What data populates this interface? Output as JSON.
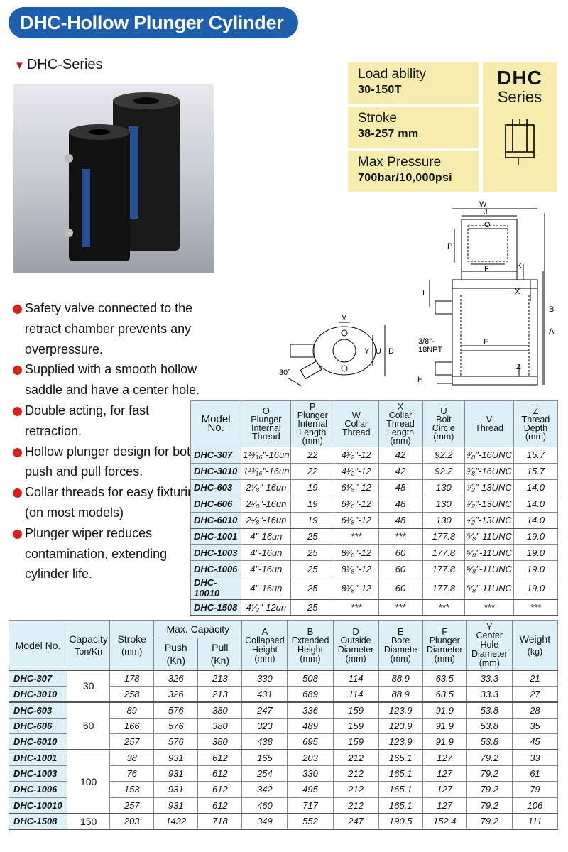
{
  "title": "DHC-Hollow Plunger Cylinder",
  "series_label": "DHC-Series",
  "series_marker": "▼",
  "specs": [
    {
      "label": "Load ability",
      "value": "30-150T"
    },
    {
      "label": "Stroke",
      "value": "38-257 mm"
    },
    {
      "label": "Max Pressure",
      "value": "700bar/10,000psi"
    }
  ],
  "dhc_box": {
    "big": "DHC",
    "small": "Series"
  },
  "features": [
    "Safety valve connected to the retract chamber prevents any overpressure.",
    "Supplied with a smooth hollow saddle and have a center hole.",
    "Double acting, for fast retraction.",
    "Hollow plunger design for both push and pull forces.",
    "Collar threads for easy fixturing (on most models)",
    "Plunger wiper reduces contamination, extending cylinder life."
  ],
  "drawing_labels": {
    "w": "W",
    "j": "J",
    "o": "O",
    "p": "P",
    "f": "F",
    "k": "K",
    "x": "X",
    "b": "B",
    "a": "A",
    "i": "I",
    "e": "E",
    "z": "Z",
    "h": "H",
    "v": "V",
    "y": "Y",
    "u": "U",
    "d": "D",
    "angle": "30°",
    "port": "3/8\"-",
    "port2": "18NPT"
  },
  "table1": {
    "headers": [
      {
        "code": "",
        "name": "Model No.",
        "unit": ""
      },
      {
        "code": "O",
        "name": "Plunger Internal Thread",
        "unit": ""
      },
      {
        "code": "P",
        "name": "Plunger Internal Length",
        "unit": "(mm)"
      },
      {
        "code": "W",
        "name": "Collar Thread",
        "unit": ""
      },
      {
        "code": "X",
        "name": "Collar Thread Length",
        "unit": "(mm)"
      },
      {
        "code": "U",
        "name": "Bolt Circle",
        "unit": "(mm)"
      },
      {
        "code": "V",
        "name": "Thread",
        "unit": ""
      },
      {
        "code": "Z",
        "name": "Thread Depth",
        "unit": "(mm)"
      }
    ],
    "rows": [
      [
        "DHC-307",
        "1¹³⁄₁₆\"-16un",
        "22",
        "4¹⁄₂\"-12",
        "42",
        "92.2",
        "³⁄₈\"-16UNC",
        "15.7"
      ],
      [
        "DHC-3010",
        "1¹³⁄₁₆\"-16un",
        "22",
        "4¹⁄₂\"-12",
        "42",
        "92.2",
        "³⁄₈\"-16UNC",
        "15.7"
      ],
      [
        "DHC-603",
        "2¹⁄₈\"-16un",
        "19",
        "6¹⁄₈\"-12",
        "48",
        "130",
        "¹⁄₂\"-13UNC",
        "14.0"
      ],
      [
        "DHC-606",
        "2¹⁄₈\"-16un",
        "19",
        "6¹⁄₈\"-12",
        "48",
        "130",
        "¹⁄₂\"-13UNC",
        "14.0"
      ],
      [
        "DHC-6010",
        "2¹⁄₈\"-16un",
        "19",
        "6¹⁄₈\"-12",
        "48",
        "130",
        "¹⁄₂\"-13UNC",
        "14.0"
      ],
      [
        "DHC-1001",
        "4\"-16un",
        "25",
        "***",
        "***",
        "177.8",
        "⁵⁄₈\"-11UNC",
        "19.0"
      ],
      [
        "DHC-1003",
        "4\"-16un",
        "25",
        "8³⁄₈\"-12",
        "60",
        "177.8",
        "⁵⁄₈\"-11UNC",
        "19.0"
      ],
      [
        "DHC-1006",
        "4\"-16un",
        "25",
        "8³⁄₈\"-12",
        "60",
        "177.8",
        "⁵⁄₈\"-11UNC",
        "19.0"
      ],
      [
        "DHC-10010",
        "4\"-16un",
        "25",
        "8³⁄₈\"-12",
        "60",
        "177.8",
        "⁵⁄₈\"-11UNC",
        "19.0"
      ],
      [
        "DHC-1508",
        "4¹⁄₂\"-12un",
        "25",
        "***",
        "***",
        "***",
        "***",
        "***"
      ]
    ]
  },
  "table2": {
    "headers": {
      "model": "Model No.",
      "capacity": "Capacity",
      "capacity_unit": "Ton/Kn",
      "stroke": "Stroke",
      "stroke_unit": "(mm)",
      "max_capacity": "Max. Capacity",
      "push": "Push",
      "push_unit": "(Kn)",
      "pull": "Pull",
      "pull_unit": "(Kn)",
      "cols": [
        {
          "code": "A",
          "name": "Collapsed Height",
          "unit": "(mm)"
        },
        {
          "code": "B",
          "name": "Extended Height",
          "unit": "(mm)"
        },
        {
          "code": "D",
          "name": "Outside Diameter",
          "unit": "(mm)"
        },
        {
          "code": "E",
          "name": "Bore Diamete",
          "unit": "(mm)"
        },
        {
          "code": "F",
          "name": "Plunger Diameter",
          "unit": "(mm)"
        },
        {
          "code": "Y",
          "name": "Center Hole Diameter",
          "unit": "(mm)"
        },
        {
          "code": "",
          "name": "Weight",
          "unit": "(kg)"
        }
      ]
    },
    "groups": [
      {
        "capacity": "30",
        "rows": [
          [
            "DHC-307",
            "178",
            "326",
            "213",
            "330",
            "508",
            "114",
            "88.9",
            "63.5",
            "33.3",
            "21"
          ],
          [
            "DHC-3010",
            "258",
            "326",
            "213",
            "431",
            "689",
            "114",
            "88.9",
            "63.5",
            "33.3",
            "27"
          ]
        ]
      },
      {
        "capacity": "60",
        "rows": [
          [
            "DHC-603",
            "89",
            "576",
            "380",
            "247",
            "336",
            "159",
            "123.9",
            "91.9",
            "53.8",
            "28"
          ],
          [
            "DHC-606",
            "166",
            "576",
            "380",
            "323",
            "489",
            "159",
            "123.9",
            "91.9",
            "53.8",
            "35"
          ],
          [
            "DHC-6010",
            "257",
            "576",
            "380",
            "438",
            "695",
            "159",
            "123.9",
            "91.9",
            "53.8",
            "45"
          ]
        ]
      },
      {
        "capacity": "100",
        "rows": [
          [
            "DHC-1001",
            "38",
            "931",
            "612",
            "165",
            "203",
            "212",
            "165.1",
            "127",
            "79.2",
            "33"
          ],
          [
            "DHC-1003",
            "76",
            "931",
            "612",
            "254",
            "330",
            "212",
            "165.1",
            "127",
            "79.2",
            "61"
          ],
          [
            "DHC-1006",
            "153",
            "931",
            "612",
            "342",
            "495",
            "212",
            "165.1",
            "127",
            "79.2",
            "79"
          ],
          [
            "DHC-10010",
            "257",
            "931",
            "612",
            "460",
            "717",
            "212",
            "165.1",
            "127",
            "79.2",
            "106"
          ]
        ]
      },
      {
        "capacity": "150",
        "rows": [
          [
            "DHC-1508",
            "203",
            "1432",
            "718",
            "349",
            "552",
            "247",
            "190.5",
            "152.4",
            "79.2",
            "111"
          ]
        ]
      }
    ]
  },
  "colors": {
    "title_bg": "#1d5fae",
    "spec_bg": "#f5ecad",
    "table_header_bg": "#ddf0f8",
    "bullet": "#d9211c"
  }
}
